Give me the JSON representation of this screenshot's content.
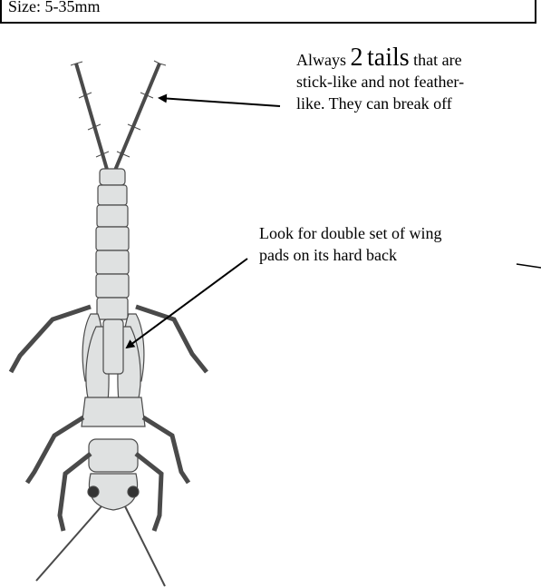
{
  "header": {
    "size_text": "Size:  5-35mm"
  },
  "annotations": {
    "tails": {
      "pre": "Always ",
      "number": "2",
      "space": " ",
      "keyword": "tails",
      "post": " that are",
      "line2": "stick-like and not feather-",
      "line3": "like.  They can break off"
    },
    "wings": {
      "line1": "Look for double set of wing",
      "line2": "pads on its hard back"
    }
  },
  "colors": {
    "ink": "#000000",
    "body_fill": "#dfe1e1",
    "body_stroke": "#4a4a4a"
  }
}
